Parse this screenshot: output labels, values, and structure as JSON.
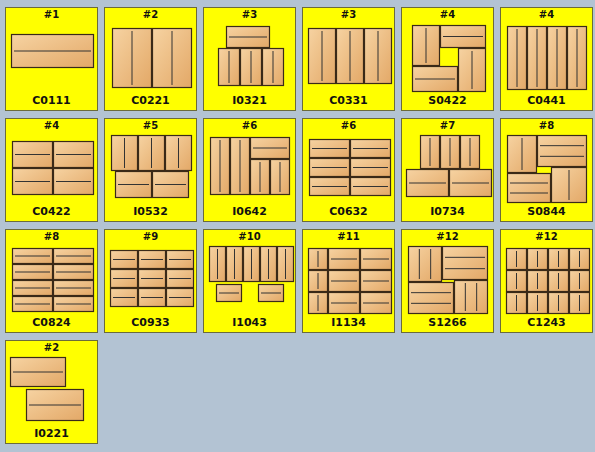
{
  "diagram": {
    "nodes": [
      {
        "text": [
          "#1",
          "C0111"
        ]
      },
      {
        "text": [
          "#2",
          "C0221"
        ]
      },
      {
        "text": [
          "#3",
          "I0321"
        ]
      },
      {
        "text": [
          "#3",
          "C0331"
        ]
      },
      {
        "text": [
          "#4",
          "S0422"
        ]
      },
      {
        "text": [
          "#4",
          "C0441"
        ]
      },
      {
        "text": [
          "#4",
          "C0422"
        ]
      },
      {
        "text": [
          "#5",
          "I0532"
        ]
      },
      {
        "text": [
          "#6",
          "I0642"
        ]
      },
      {
        "text": [
          "#6",
          "C0632"
        ]
      },
      {
        "text": [
          "#7",
          "I0734"
        ]
      },
      {
        "text": [
          "#8",
          "S0844"
        ]
      },
      {
        "text": [
          "#8",
          "C0824"
        ]
      },
      {
        "text": [
          "#9",
          "C0933"
        ]
      },
      {
        "text": [
          "#10",
          "I1043"
        ]
      },
      {
        "text": [
          "#11",
          "I1134"
        ]
      },
      {
        "text": [
          "#12",
          "S1266"
        ]
      },
      {
        "text": [
          "#12",
          "C1243"
        ]
      },
      {
        "text": [
          "#2",
          "I0221"
        ]
      }
    ]
  }
}
